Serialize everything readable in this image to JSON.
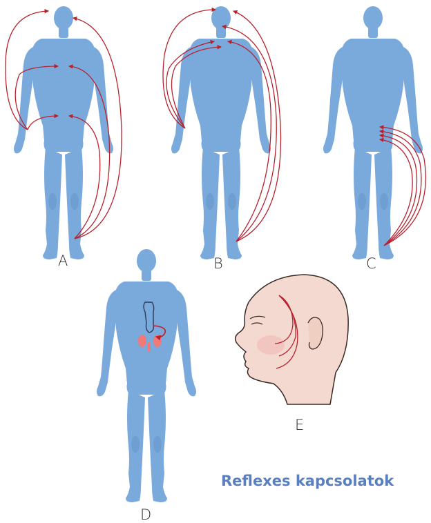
{
  "figure": {
    "panels": [
      {
        "id": "A",
        "label": "A"
      },
      {
        "id": "B",
        "label": "B"
      },
      {
        "id": "C",
        "label": "C"
      },
      {
        "id": "D",
        "label": "D"
      },
      {
        "id": "E",
        "label": "E"
      }
    ],
    "caption": "Reflexes kapcsolatok",
    "colors": {
      "body": "#7aa9db",
      "body_shade": "#6496cf",
      "body_edge": "#5e8fc8",
      "nerve_line": "#b8202c",
      "skin": "#f3d9cf",
      "skin_edge": "#3a2a26",
      "kidney": "#f07a7a",
      "caption": "#5a7fc1"
    }
  }
}
